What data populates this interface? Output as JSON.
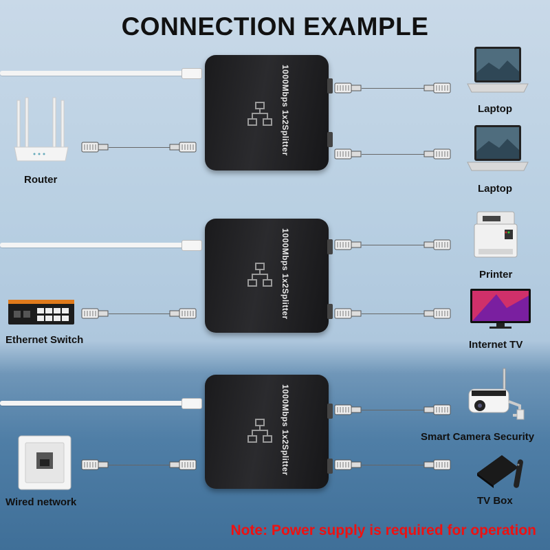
{
  "title": "CONNECTION EXAMPLE",
  "splitter_label": "1000Mbps 1x2Splitter",
  "devices_left": [
    {
      "name": "Router"
    },
    {
      "name": "Ethernet Switch"
    },
    {
      "name": "Wired network"
    }
  ],
  "devices_right": [
    {
      "name": "Laptop"
    },
    {
      "name": "Laptop"
    },
    {
      "name": "Printer"
    },
    {
      "name": "Internet TV"
    },
    {
      "name": "Smart Camera Security"
    },
    {
      "name": "TV Box"
    }
  ],
  "note": "Note: Power supply is required for operation",
  "colors": {
    "note": "#e11111",
    "splitter": "#1f1f22",
    "cable": "#f4f4f4"
  }
}
